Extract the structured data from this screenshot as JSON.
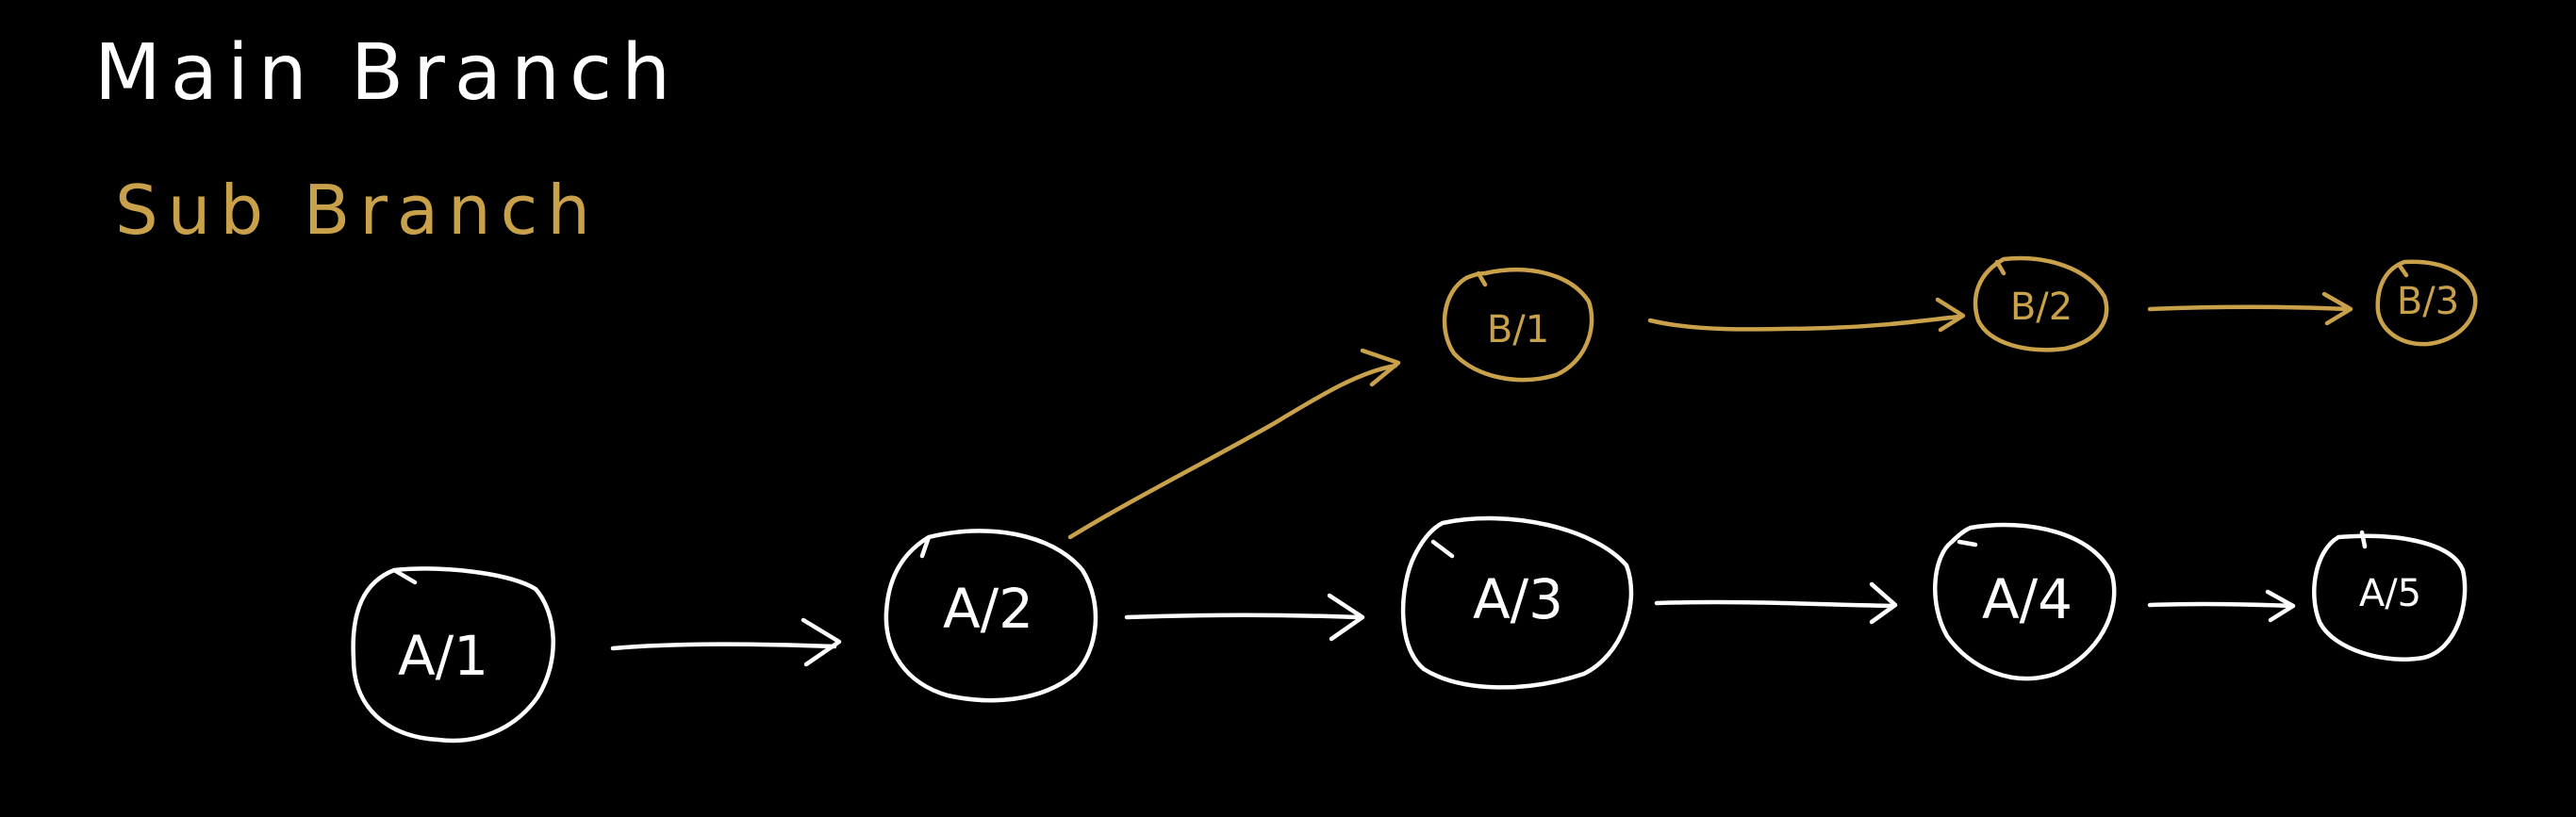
{
  "legend": {
    "main_label": "Main Branch",
    "sub_label": "Sub Branch"
  },
  "colors": {
    "background": "#000000",
    "main": "#ffffff",
    "sub": "#c9a14a"
  },
  "main_branch": {
    "nodes": [
      "A/1",
      "A/2",
      "A/3",
      "A/4",
      "A/5"
    ]
  },
  "sub_branch": {
    "nodes": [
      "B/1",
      "B/2",
      "B/3"
    ],
    "branches_from": "A/2"
  }
}
